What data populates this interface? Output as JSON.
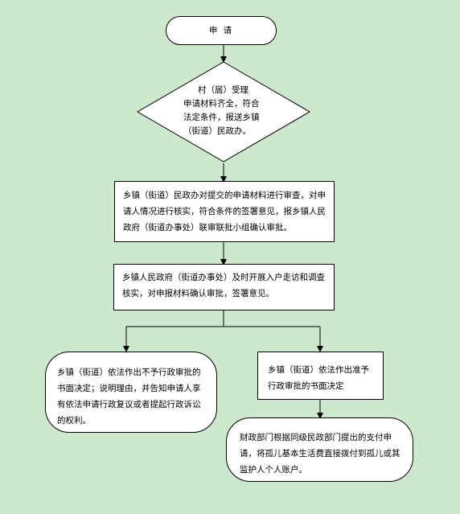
{
  "nodes": {
    "start": "申 请",
    "village": [
      "村（居）受理",
      "申请材料齐全，符合",
      "法定条件，报送乡镇",
      "（街道）民政办。"
    ],
    "review": "乡镇（街道）民政办对提交的申请材料进行审查，对申请人情况进行核实，符合条件的签署意见，报乡镇人民政府（街道办事处）联审联批小组确认审批。",
    "town_gov": "乡镇人民政府（街道办事处）及时开展入户走访和调查核实，对申报材料确认审批，签署意见。",
    "reject": "乡镇（街道）依法作出不予行政审批的书面决定；说明理由，并告知申请人享有依法申请行政复议或者提起行政诉讼的权利。",
    "approve": "乡镇（街道）依法作出准予行政审批的书面决定",
    "finance": "财政部门根据同级民政部门提出的支付申请，将孤儿基本生活费直接拨付到孤儿或其监护人个人账户。"
  },
  "colors": {
    "background": "#cde8cd",
    "box": "#ffffff",
    "line": "#000000"
  }
}
